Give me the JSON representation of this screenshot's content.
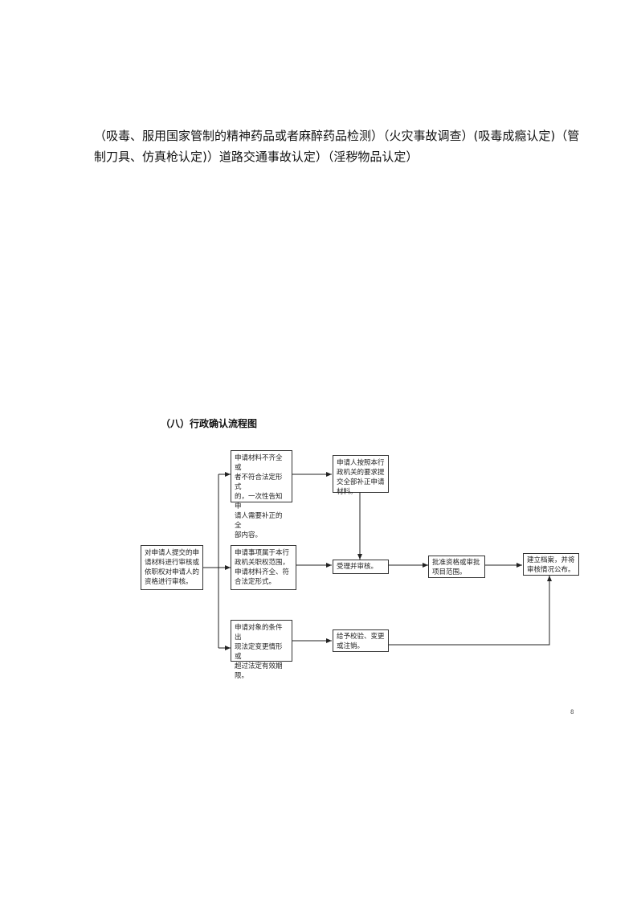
{
  "paragraph": {
    "line1": "（吸毒、服用国家管制的精神药品或者麻醉药品检测）（火灾事故调查）(吸毒成瘾认定)（管",
    "line2": "制刀具、仿真枪认定)）道路交通事故认定）（淫秽物品认定）"
  },
  "flowchart": {
    "title": "（八）行政确认流程图",
    "boxes": {
      "start": [
        "对申请人提交的申",
        "请材料进行审核或",
        "依职权对申请人的",
        "资格进行审核。"
      ],
      "incomplete": [
        "申请材料不齐全或",
        "者不符合法定形式",
        "的，一次性告知申",
        "请人需要补正的全",
        "部内容。"
      ],
      "supplement": [
        "申请人按照本行",
        "政机关的要求提",
        "交全部补正申请",
        "材料。"
      ],
      "within_scope": [
        "申请事项属于本行",
        "政机关职权范围，",
        "申请材料齐全、符",
        "合法定形式。"
      ],
      "accept": [
        "受理并审核。"
      ],
      "approve": [
        "批准资格或审批",
        "项目范围。"
      ],
      "archive": [
        "建立档案，并将",
        "审核情况公布。"
      ],
      "change": [
        "申请对象的条件出",
        "现法定变更情形或",
        "超过法定有效期",
        "限。"
      ],
      "verify": [
        "给予校验、变更",
        "或注销。"
      ]
    }
  },
  "page_number": "8"
}
